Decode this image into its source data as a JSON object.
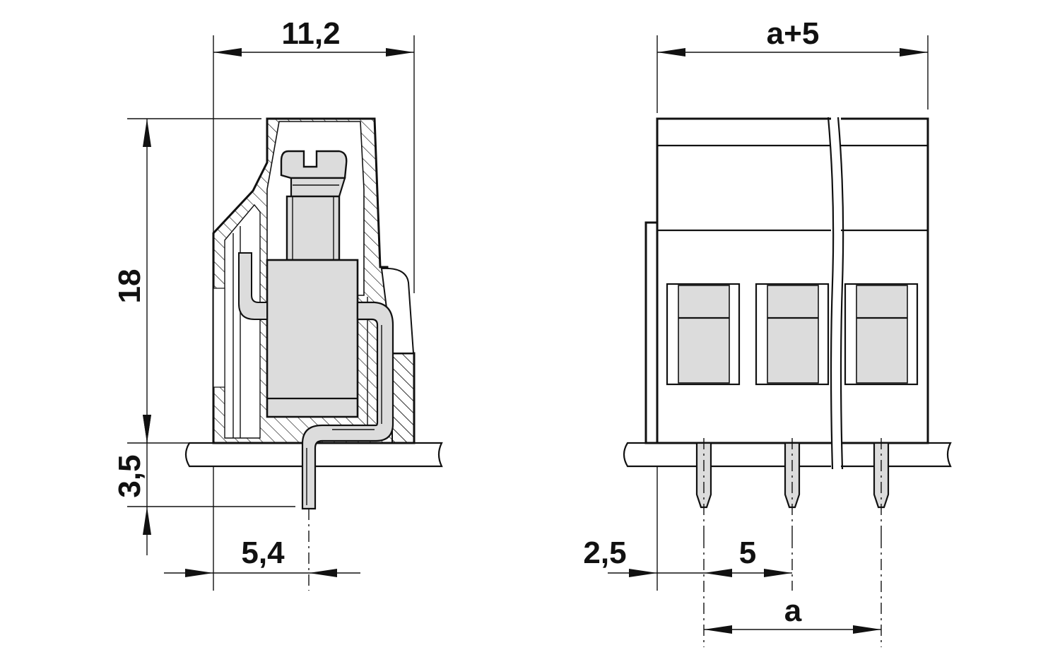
{
  "colors": {
    "line": "#111111",
    "fill_gray": "#dcdcdc",
    "background": "#ffffff"
  },
  "side_view": {
    "width_label": "11,2",
    "height_label": "18",
    "pin_length_label": "3,5",
    "pin_offset_label": "5,4"
  },
  "front_view": {
    "total_width_label": "a+5",
    "edge_offset_label": "2,5",
    "pitch_label": "5",
    "span_label": "a"
  }
}
